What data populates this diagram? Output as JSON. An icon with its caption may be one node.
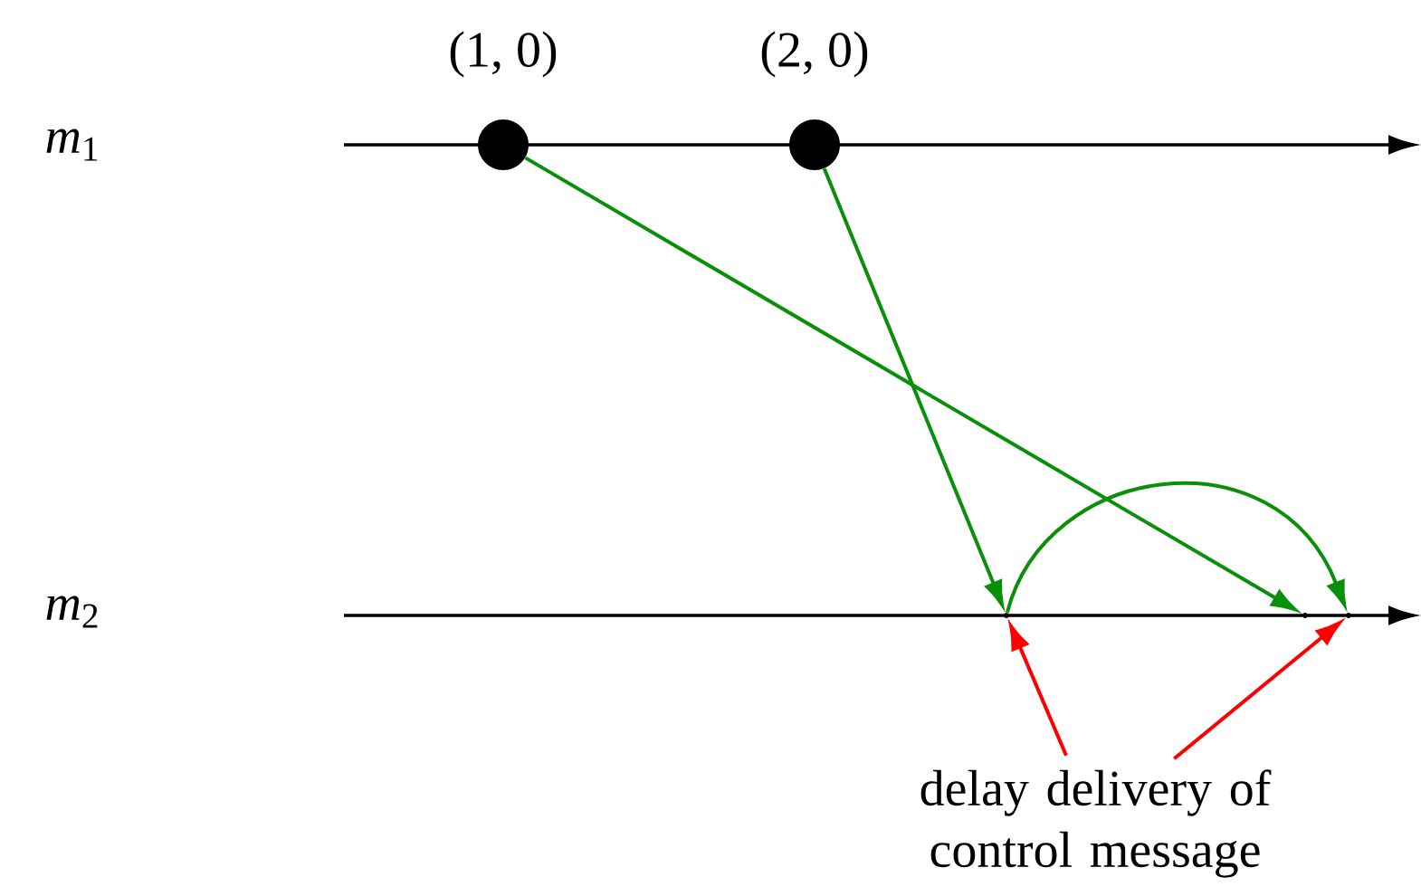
{
  "diagram": {
    "nodes": [
      {
        "text": [],
        "shape": "circle",
        "beside": [
          "(1, 0)"
        ]
      },
      {
        "text": [],
        "shape": "circle",
        "beside": [
          "(2, 0)"
        ]
      },
      {
        "text": [],
        "shape": "point"
      },
      {
        "text": [],
        "shape": "point"
      },
      {
        "text": [],
        "shape": "point"
      },
      {
        "text": [
          "delay delivery of control message"
        ]
      }
    ],
    "edges": [
      {
        "from": 0,
        "to": 3,
        "arrow": "to"
      },
      {
        "from": 1,
        "to": 2,
        "arrow": "to"
      },
      {
        "from": 2,
        "to": 4,
        "arrow": "to"
      },
      {
        "from": 5,
        "to": 2,
        "arrow": "to",
        "color": "#ff0000"
      },
      {
        "from": 5,
        "to": 4,
        "arrow": "to",
        "color": "#ff0000"
      }
    ],
    "labels": [
      "*m*$_{1}$",
      "*m*$_{2}$"
    ]
  }
}
